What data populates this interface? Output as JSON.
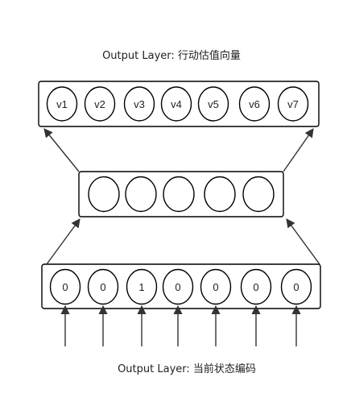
{
  "top_title": "Output Layer: 行动估值向量",
  "bottom_title": "Output Layer: 当前状态编码",
  "output_nodes": [
    "v1",
    "v2",
    "v3",
    "v4",
    "v5",
    "v6",
    "v7"
  ],
  "hidden_node_count": 5,
  "input_nodes": [
    "0",
    "0",
    "1",
    "0",
    "0",
    "0",
    "0"
  ]
}
